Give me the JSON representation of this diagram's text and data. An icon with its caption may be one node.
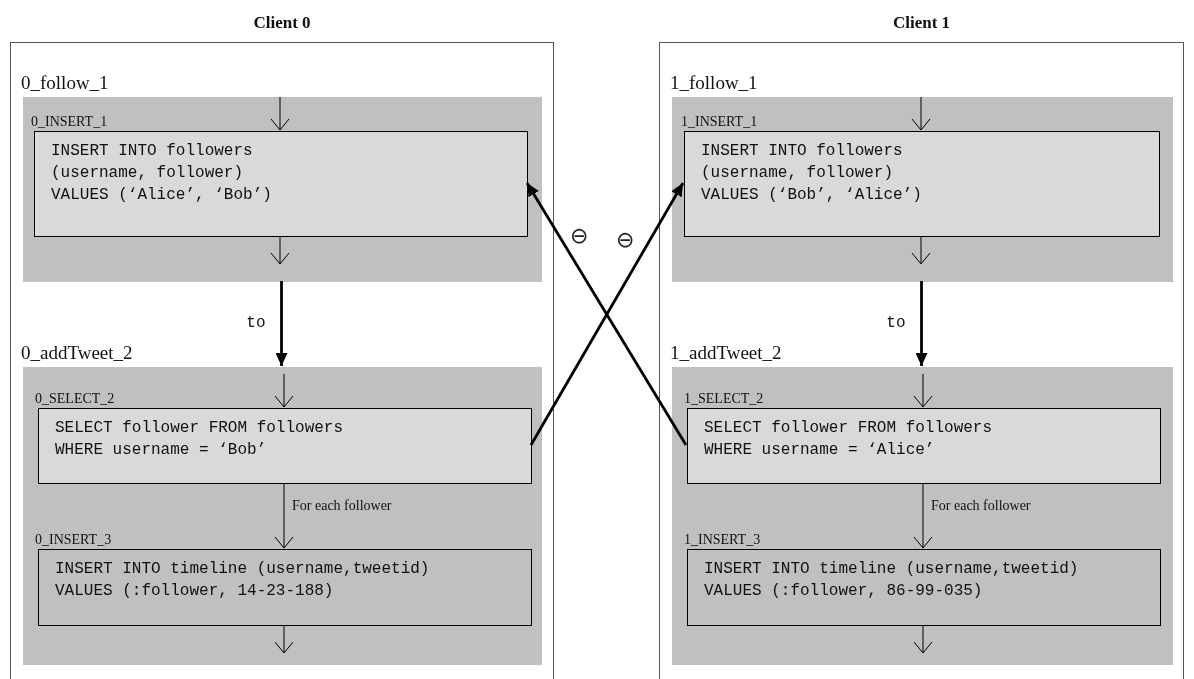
{
  "diagram": {
    "nodes": [
      {
        "text": [
          "Client 0"
        ]
      },
      {
        "text": [
          "0_follow_1"
        ],
        "in": 0
      },
      {
        "text": [
          "0_INSERT_1",
          "INSERT INTO followers (username, follower) VALUES (‘Alice’, ‘Bob’)"
        ],
        "in": 1
      },
      {
        "text": [
          "0_addTweet_2"
        ],
        "in": 0
      },
      {
        "text": [
          "0_SELECT_2",
          "SELECT follower FROM followers WHERE username = ‘Bob’"
        ],
        "in": 3
      },
      {
        "text": [
          "0_INSERT_3",
          "INSERT INTO timeline (username,tweetid) VALUES (:follower, 14-23-188)"
        ],
        "in": 3
      },
      {
        "text": [
          "Client 1"
        ]
      },
      {
        "text": [
          "1_follow_1"
        ],
        "in": 6
      },
      {
        "text": [
          "1_INSERT_1",
          "INSERT INTO followers (username, follower) VALUES (‘Bob’, ‘Alice’)"
        ],
        "in": 7
      },
      {
        "text": [
          "1_addTweet_2"
        ],
        "in": 6
      },
      {
        "text": [
          "1_SELECT_2",
          "SELECT follower FROM followers WHERE username = ‘Alice’"
        ],
        "in": 9
      },
      {
        "text": [
          "1_INSERT_3",
          "INSERT INTO timeline (username,tweetid) VALUES (:follower, 86-99-035)"
        ],
        "in": 9
      }
    ],
    "edges": [
      {
        "from": null,
        "to": 2,
        "arrow": "to"
      },
      {
        "from": 2,
        "to": null,
        "arrow": "to"
      },
      {
        "from": 1,
        "to": 3,
        "arrow": "to",
        "label": "to",
        "style": "thick"
      },
      {
        "from": null,
        "to": 4,
        "arrow": "to"
      },
      {
        "from": 4,
        "to": 5,
        "arrow": "to",
        "label": "For each follower"
      },
      {
        "from": 5,
        "to": null,
        "arrow": "to"
      },
      {
        "from": null,
        "to": 8,
        "arrow": "to"
      },
      {
        "from": 8,
        "to": null,
        "arrow": "to"
      },
      {
        "from": 7,
        "to": 9,
        "arrow": "to",
        "label": "to",
        "style": "thick"
      },
      {
        "from": null,
        "to": 10,
        "arrow": "to"
      },
      {
        "from": 10,
        "to": 11,
        "arrow": "to",
        "label": "For each follower"
      },
      {
        "from": 11,
        "to": null,
        "arrow": "to"
      },
      {
        "from": 4,
        "to": 8,
        "arrow": "to",
        "style": "thick"
      },
      {
        "from": 10,
        "to": 2,
        "arrow": "to",
        "style": "thick"
      }
    ],
    "labels": [
      "⊖",
      "⊖"
    ]
  }
}
